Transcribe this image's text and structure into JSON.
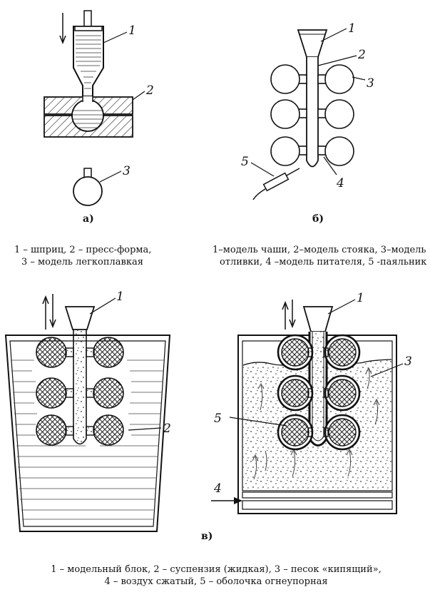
{
  "panel_a": {
    "sublabel": "а)",
    "labels": {
      "n1": "1",
      "n2": "2",
      "n3": "3"
    },
    "caption_line1": "1 – шприц, 2 – пресс-форма,",
    "caption_line2": "3 – модель легкоплавкая"
  },
  "panel_b": {
    "sublabel": "б)",
    "labels": {
      "n1": "1",
      "n2": "2",
      "n3": "3",
      "n4": "4",
      "n5": "5"
    },
    "caption_line1": "1–модель чаши, 2–модель стояка, 3–модель",
    "caption_line2": "отливки, 4 –модель питателя, 5 -паяльник"
  },
  "panel_v": {
    "sublabel": "в)",
    "labels_left": {
      "n1": "1",
      "n2": "2"
    },
    "labels_right": {
      "n3": "3",
      "n4": "4",
      "n5": "5"
    },
    "caption_line1": "1 – модельный блок, 2 – суспензия (жидкая), 3 – песок «кипящий»,",
    "caption_line2": "4 – воздух сжатый, 5 – оболочка огнеупорная"
  }
}
